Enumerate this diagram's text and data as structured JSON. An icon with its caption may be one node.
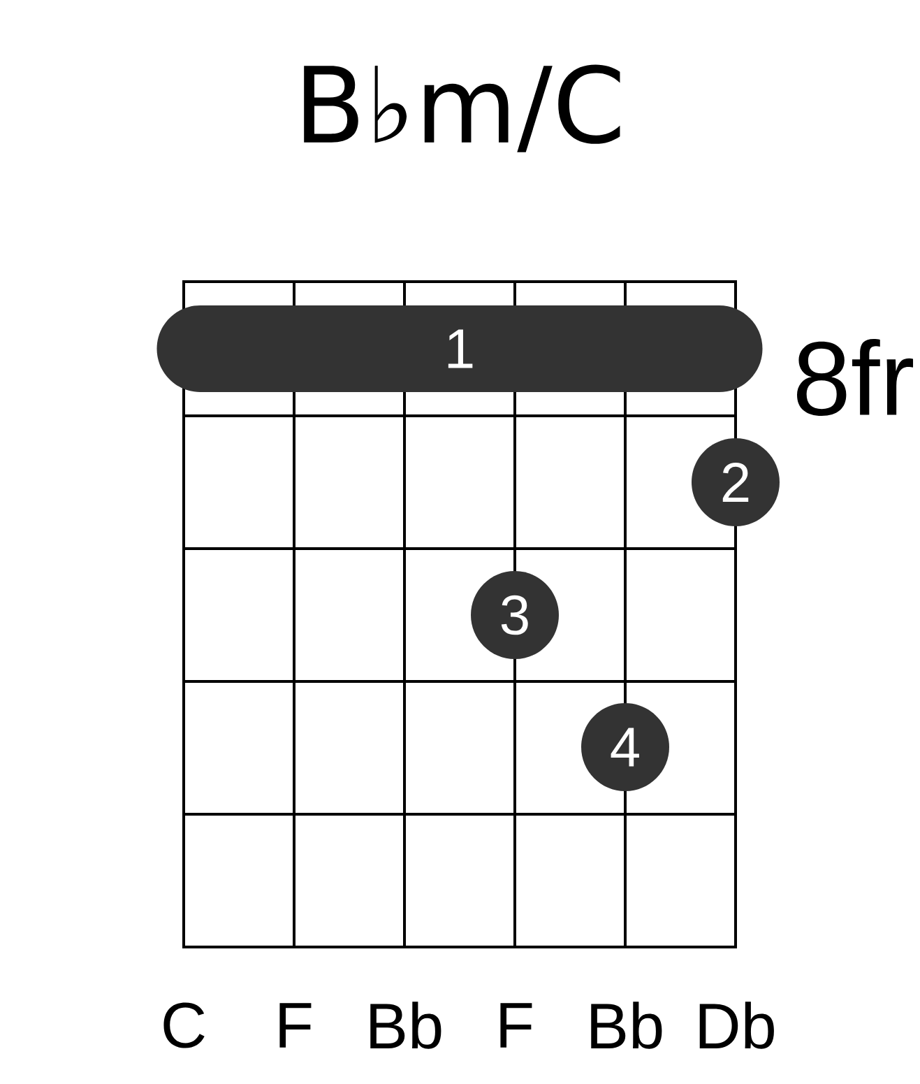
{
  "diagram": {
    "title": "B♭m/C",
    "nodes": [
      {
        "text": [
          "1"
        ]
      },
      {
        "text": [
          "2"
        ]
      },
      {
        "text": [
          "3"
        ]
      },
      {
        "text": [
          "4"
        ]
      }
    ],
    "labels": [
      "8fr",
      "C",
      "F",
      "Bb",
      "F",
      "Bb",
      "Db"
    ]
  }
}
